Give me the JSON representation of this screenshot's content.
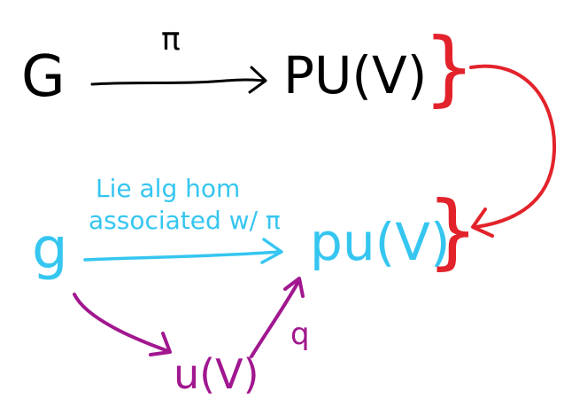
{
  "colors": {
    "ink": "#000000",
    "cyan": "#35c6f0",
    "red": "#e3232b",
    "purple": "#a1178f"
  },
  "top_row": {
    "source": "G",
    "target": "PU(V)",
    "map_label": "π"
  },
  "bottom_row": {
    "source": "g",
    "target": "pu(V)",
    "arrow_annotation": {
      "line1": "Lie alg hom",
      "line2": "associated w/ π"
    }
  },
  "factorization": {
    "middle": "u(V)",
    "second_map_label": "q"
  },
  "connectors": {
    "top_brace": "}",
    "bottom_brace": "}"
  }
}
